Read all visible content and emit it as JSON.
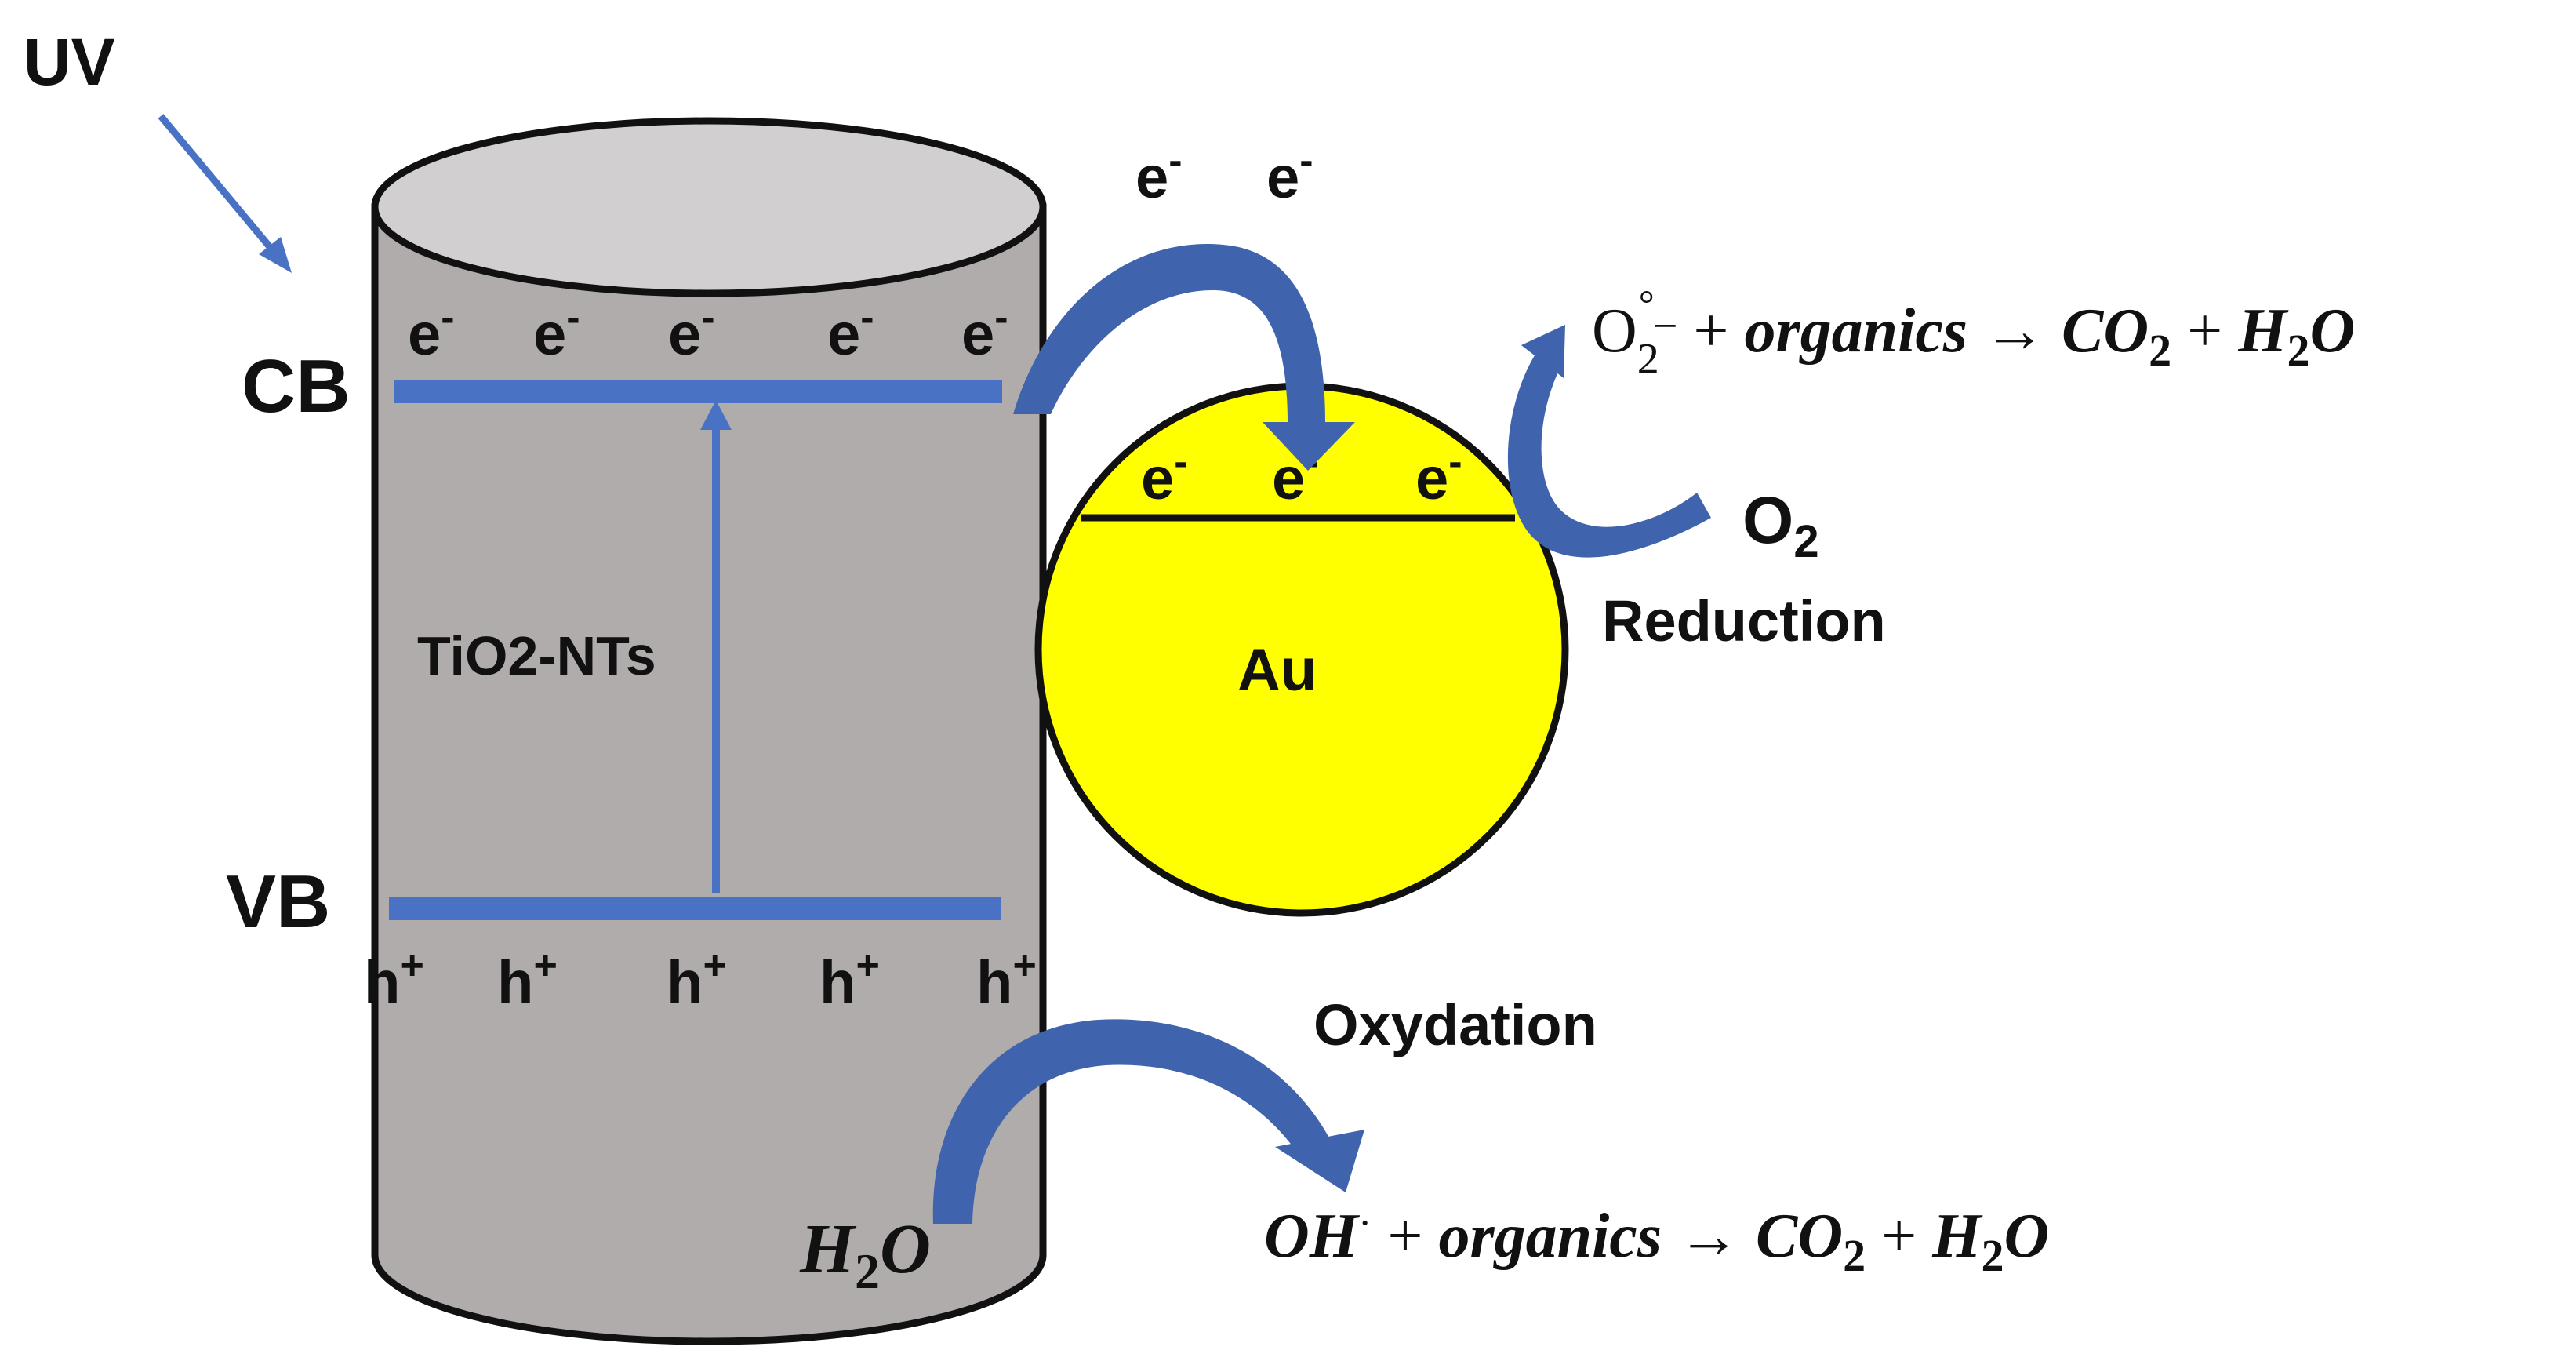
{
  "labels": {
    "uv": "UV",
    "cb": "CB",
    "vb": "VB",
    "tube": "TiO2-NTs",
    "particle": "Au",
    "o2": "O",
    "o2_sub": "2",
    "reduction": "Reduction",
    "oxidation": "Oxydation",
    "water_in": "H",
    "water_in_sub": "2",
    "water_in_tail": "O"
  },
  "carriers": {
    "electron": "e",
    "electron_sign": "-",
    "hole": "h",
    "hole_sign": "+"
  },
  "equations": {
    "superoxide": {
      "o": "O",
      "sub": "2",
      "sup_dot": "°",
      "sup_minus": "−",
      "rest": " + ",
      "organics": "organics",
      "arrow": " → ",
      "co": "CO",
      "co_sub": "2",
      "plus": " + ",
      "h": "H",
      "h_sub": "2",
      "h_o": "O"
    },
    "hydroxyl": {
      "oh": "OH",
      "dot": "·",
      "plus1": " + ",
      "organics": "organics",
      "arrow": " → ",
      "co": "CO",
      "co_sub": "2",
      "plus2": " + ",
      "h": "H",
      "h_sub": "2",
      "h_o": "O"
    }
  },
  "colors": {
    "tube_body": "#b0acab",
    "tube_top": "#d1cfcf",
    "band_line": "#4a72c4",
    "arrow_fill": "#3f63ad",
    "arrow_dark": "#2f4f92",
    "particle": "#ffff00",
    "outline": "#111111"
  }
}
